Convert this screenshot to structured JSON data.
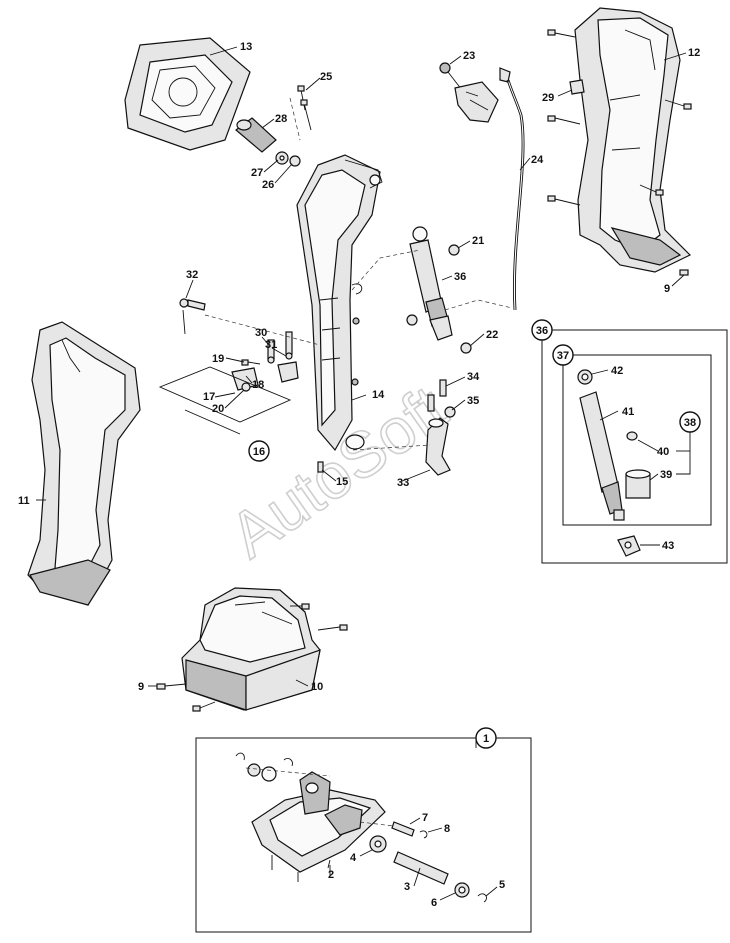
{
  "watermark": "AutoSoft",
  "callouts": {
    "c13": "13",
    "c25": "25",
    "c28": "28",
    "c27": "27",
    "c26": "26",
    "c23": "23",
    "c24": "24",
    "c12": "12",
    "c29": "29",
    "c9a": "9",
    "c21": "21",
    "c36": "36",
    "c22": "22",
    "c32": "32",
    "c30": "30",
    "c31": "31",
    "c19": "19",
    "c18": "18",
    "c17": "17",
    "c20": "20",
    "c14": "14",
    "c34": "34",
    "c35": "35",
    "c15": "15",
    "c33": "33",
    "c11": "11",
    "c9b": "9",
    "c10": "10",
    "c42": "42",
    "c41": "41",
    "c40": "40",
    "c39": "39",
    "c43": "43",
    "c7": "7",
    "c8": "8",
    "c4": "4",
    "c2": "2",
    "c3": "3",
    "c6": "6",
    "c5": "5"
  },
  "circled": {
    "g16": "16",
    "g36": "36",
    "g37": "37",
    "g38": "38",
    "g1": "1"
  }
}
